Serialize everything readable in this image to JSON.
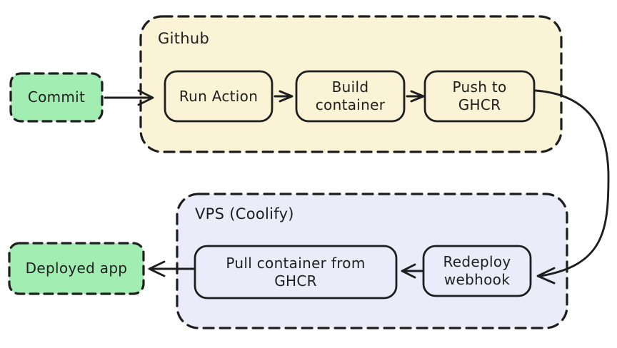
{
  "colors": {
    "stroke": "#1e1e1e",
    "node_green": "#a2eeb2",
    "github_fill": "#faf3d6",
    "vps_fill": "#ecebfa"
  },
  "containers": {
    "github": {
      "label": "Github"
    },
    "vps": {
      "label": "VPS (Coolify)"
    }
  },
  "nodes": {
    "commit": {
      "label": "Commit"
    },
    "run_action": {
      "label": "Run Action"
    },
    "build_container": {
      "label": "Build\ncontainer"
    },
    "push_ghcr": {
      "label": "Push to\nGHCR"
    },
    "pull_ghcr": {
      "label": "Pull container from\nGHCR"
    },
    "redeploy_webhook": {
      "label": "Redeploy\nwebhook"
    },
    "deployed_app": {
      "label": "Deployed app"
    }
  }
}
